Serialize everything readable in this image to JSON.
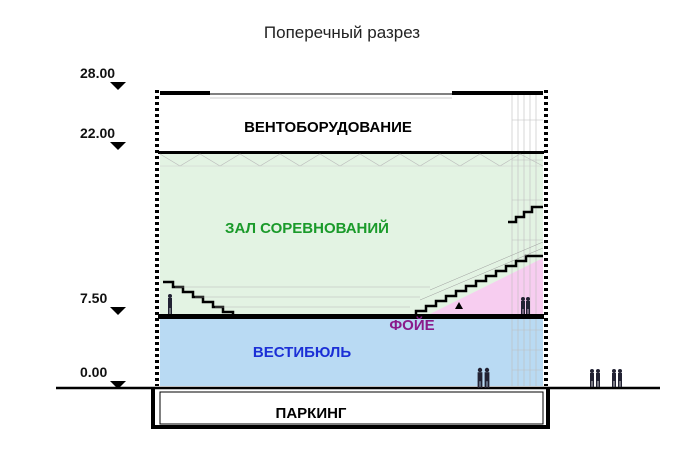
{
  "title": "Поперечный разрез",
  "levels": [
    "28.00",
    "22.00",
    "7.50",
    "0.00"
  ],
  "zones": {
    "ventilation": "ВЕНТОБОРУДОВАНИЕ",
    "hall": "ЗАЛ СОРЕВНОВАНИЙ",
    "foyer": "ФОЙЕ",
    "lobby": "ВЕСТИБЮЛЬ",
    "parking": "ПАРКИНГ"
  },
  "colors": {
    "hall_fill": "#e3f3e3",
    "lobby_fill": "#b9daf3",
    "foyer_fill": "#f7cdf0",
    "hall_text": "#1a9a2a",
    "lobby_text": "#1b2fd6",
    "foyer_text": "#8a1a8a",
    "structure": "#000000"
  }
}
